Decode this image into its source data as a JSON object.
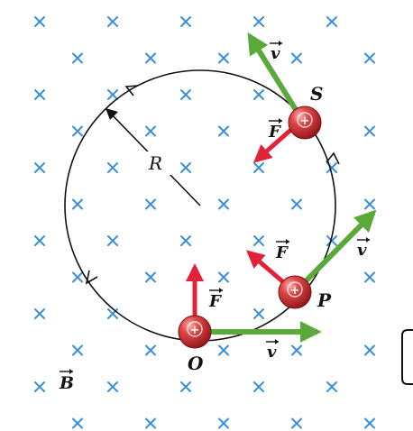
{
  "labels": {
    "field": "B",
    "radius": "R",
    "point_o": "O",
    "point_p": "P",
    "point_s": "S",
    "force": "F",
    "velocity": "v",
    "charge_sign": "+"
  },
  "colors": {
    "field_marks": "#3b8fd8",
    "force_arrow": "#e0223a",
    "velocity_arrow": "#5aa93a",
    "charge": "#c9282d",
    "orbit": "#111111"
  }
}
